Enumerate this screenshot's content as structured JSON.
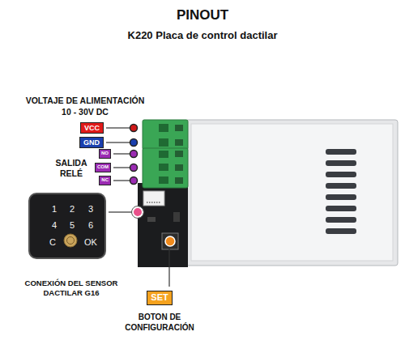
{
  "diagram": {
    "title": "PINOUT",
    "nodes": [
      {
        "text": [
          "VCC"
        ]
      },
      {
        "text": [
          "GND"
        ]
      },
      {
        "text": [
          "NO"
        ]
      },
      {
        "text": [
          "COM"
        ]
      },
      {
        "text": [
          "NC"
        ]
      },
      {
        "text": [
          "1",
          "2",
          "3",
          "4",
          "5",
          "6",
          "C",
          "OK"
        ]
      },
      {
        "text": [
          "SET"
        ]
      }
    ],
    "labels": [
      "K220 Placa de control dactilar",
      "VOLTAJE DE ALIMENTACIÓN",
      "10 - 30V DC",
      "SALIDA RELÉ",
      "CONEXIÓN DEL SENSOR DACTILAR G16",
      "BOTON DE CONFIGURACIÓN"
    ]
  }
}
